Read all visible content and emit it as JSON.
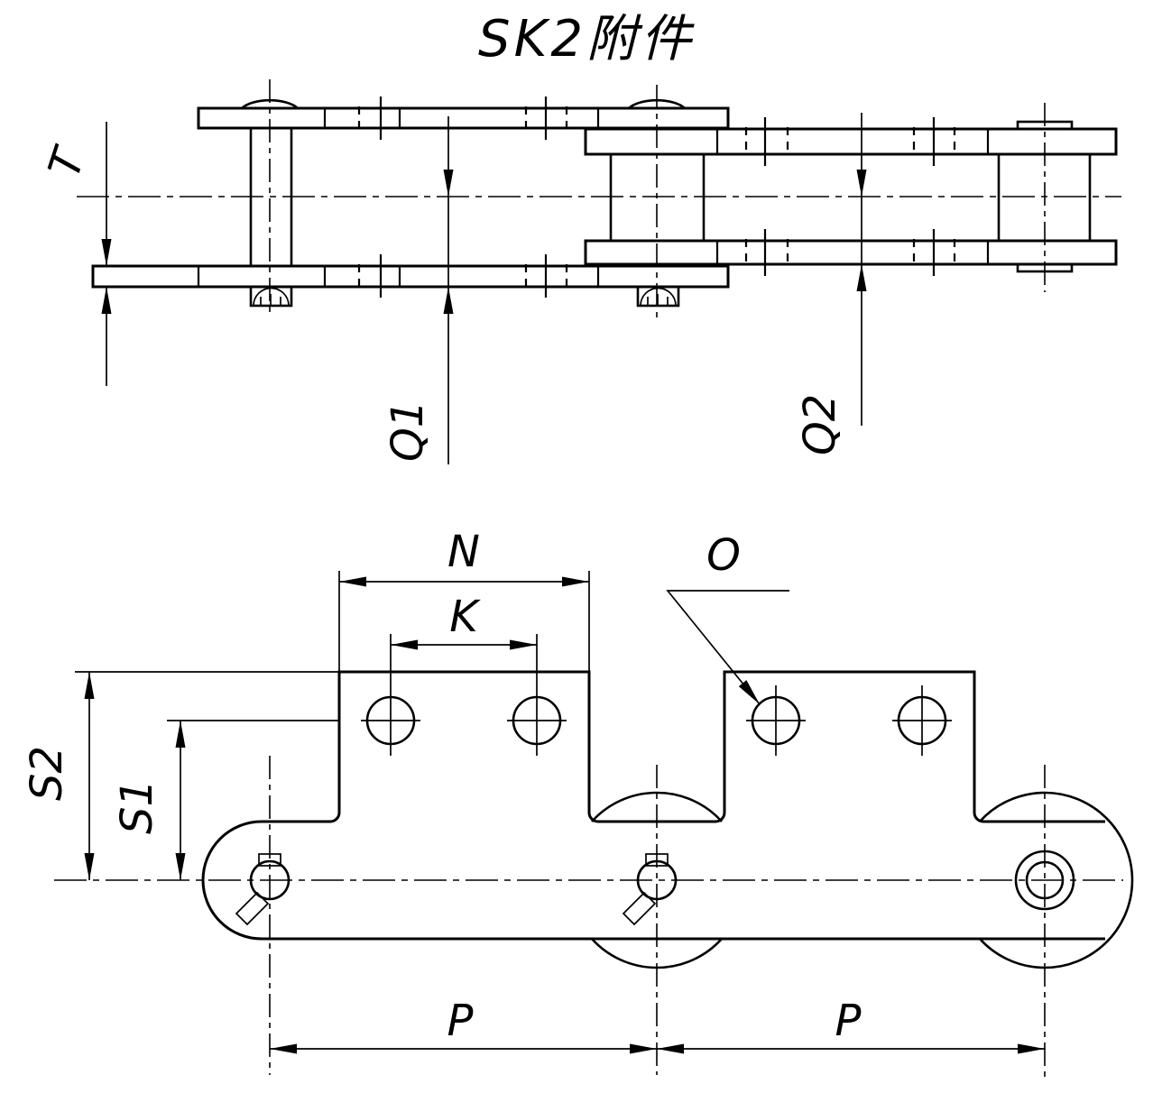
{
  "title": "SK2附件",
  "dims": {
    "t": "T",
    "q1": "Q1",
    "q2": "Q2",
    "n": "N",
    "k": "K",
    "o": "O",
    "s1": "S1",
    "s2": "S2",
    "p_left": "P",
    "p_right": "P"
  },
  "colors": {
    "line": "#000000",
    "background": "#ffffff"
  }
}
